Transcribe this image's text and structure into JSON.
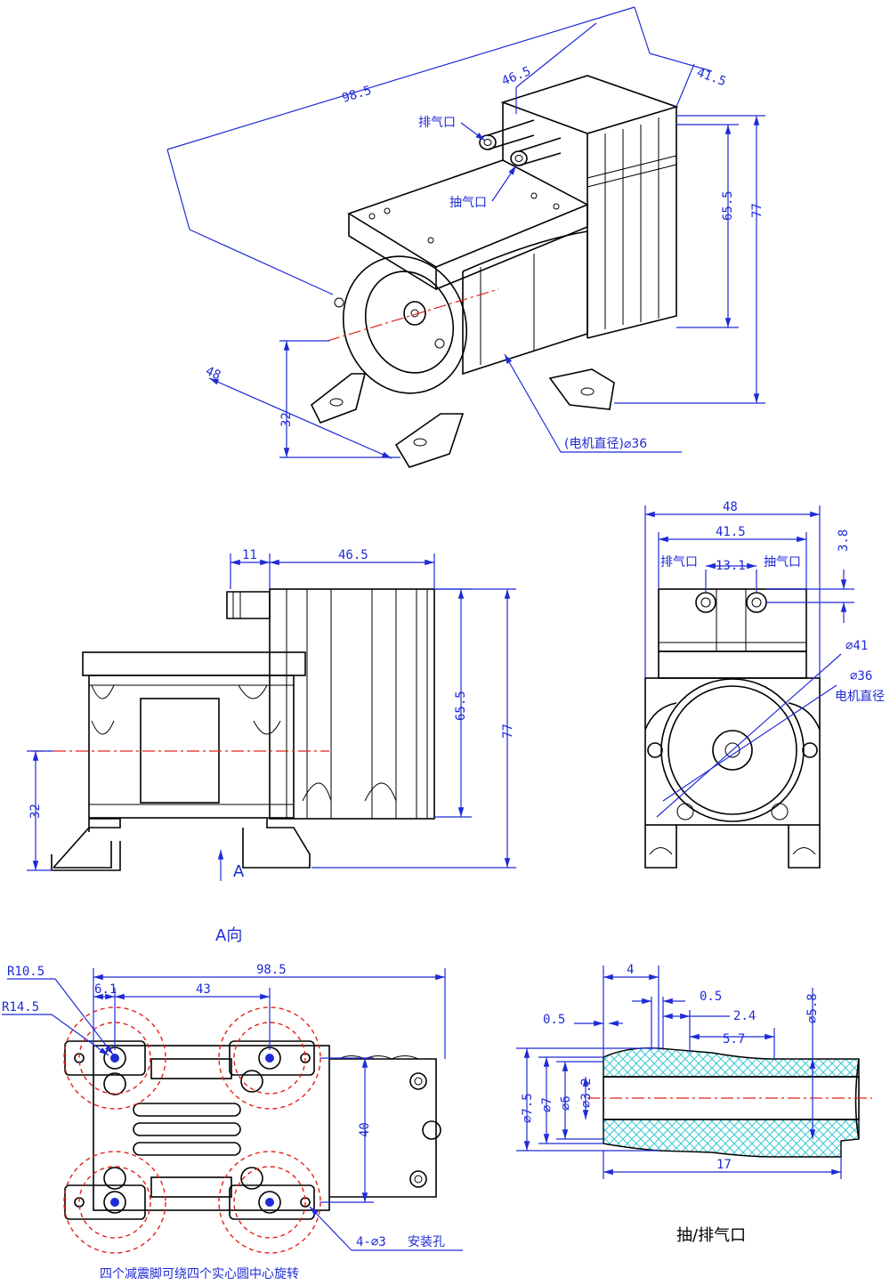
{
  "iso_view": {
    "dim_length": "98.5",
    "dim_depth_top": "46.5",
    "dim_width_top": "41.5",
    "dim_height_pump": "65.5",
    "dim_height_total": "77",
    "dim_width_base": "48",
    "dim_axis_height": "32",
    "exhaust_label": "排气口",
    "intake_label": "抽气口",
    "motor_label": "(电机直径)⌀36"
  },
  "side_view": {
    "dim_offset": "11",
    "dim_head": "46.5",
    "dim_height_pump": "65.5",
    "dim_height_total": "77",
    "dim_axis_height": "32",
    "arrow_label": "A",
    "view_caption": "A向"
  },
  "end_view": {
    "dim_width_base": "48",
    "dim_width_head": "41.5",
    "dim_port_spacing": "13.1",
    "dim_port_offset": "3.8",
    "exhaust_label": "排气口",
    "intake_label": "抽气口",
    "dim_flange_dia": "⌀41",
    "dim_motor_dia": "⌀36",
    "motor_label": "电机直径"
  },
  "bottom_view": {
    "dim_r_inner": "R10.5",
    "dim_r_outer": "R14.5",
    "dim_total": "98.5",
    "dim_edge": "6.1",
    "dim_pitch": "43",
    "dim_rows": "40",
    "hole_callout": "4-⌀3",
    "hole_callout_suffix": "安装孔",
    "rotation_note": "四个减震脚可绕四个实心圆中心旋转"
  },
  "port_detail": {
    "dim_4": "4",
    "dim_05a": "0.5",
    "dim_05b": "0.5",
    "dim_24": "2.4",
    "dim_57": "5.7",
    "dim_58": "⌀5.8",
    "dim_75": "⌀7.5",
    "dim_7": "⌀7",
    "dim_6": "⌀6",
    "dim_32": "⌀3.2",
    "dim_17": "17",
    "caption": "抽/排气口"
  },
  "colors": {
    "drawing": "#000000",
    "dimension": "#1f2bd6",
    "centerline": "#e3201b",
    "hatch": "#35c9d4"
  }
}
